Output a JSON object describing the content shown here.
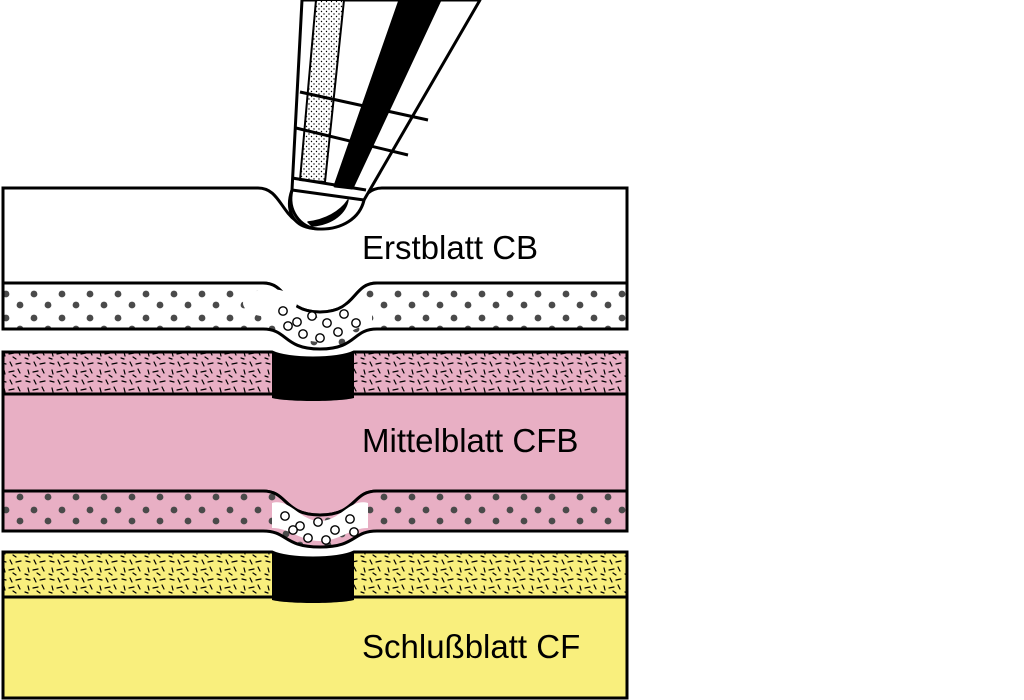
{
  "sheets": {
    "cb": {
      "label": "Erstblatt CB"
    },
    "cfb": {
      "label": "Mittelblatt CFB"
    },
    "cf": {
      "label": "Schlußblatt CF"
    }
  },
  "colors": {
    "outline": "#000000",
    "paper_white": "#ffffff",
    "paper_pink": "#e8afc4",
    "paper_yellow": "#f9ef7d",
    "capsule_dot": "#4a4a4a",
    "mark": "#000000"
  },
  "icons": {
    "pen": "pen-tip-icon",
    "capsules": "microcapsule-pattern",
    "developer": "developer-pattern",
    "mark": "transfer-mark"
  }
}
